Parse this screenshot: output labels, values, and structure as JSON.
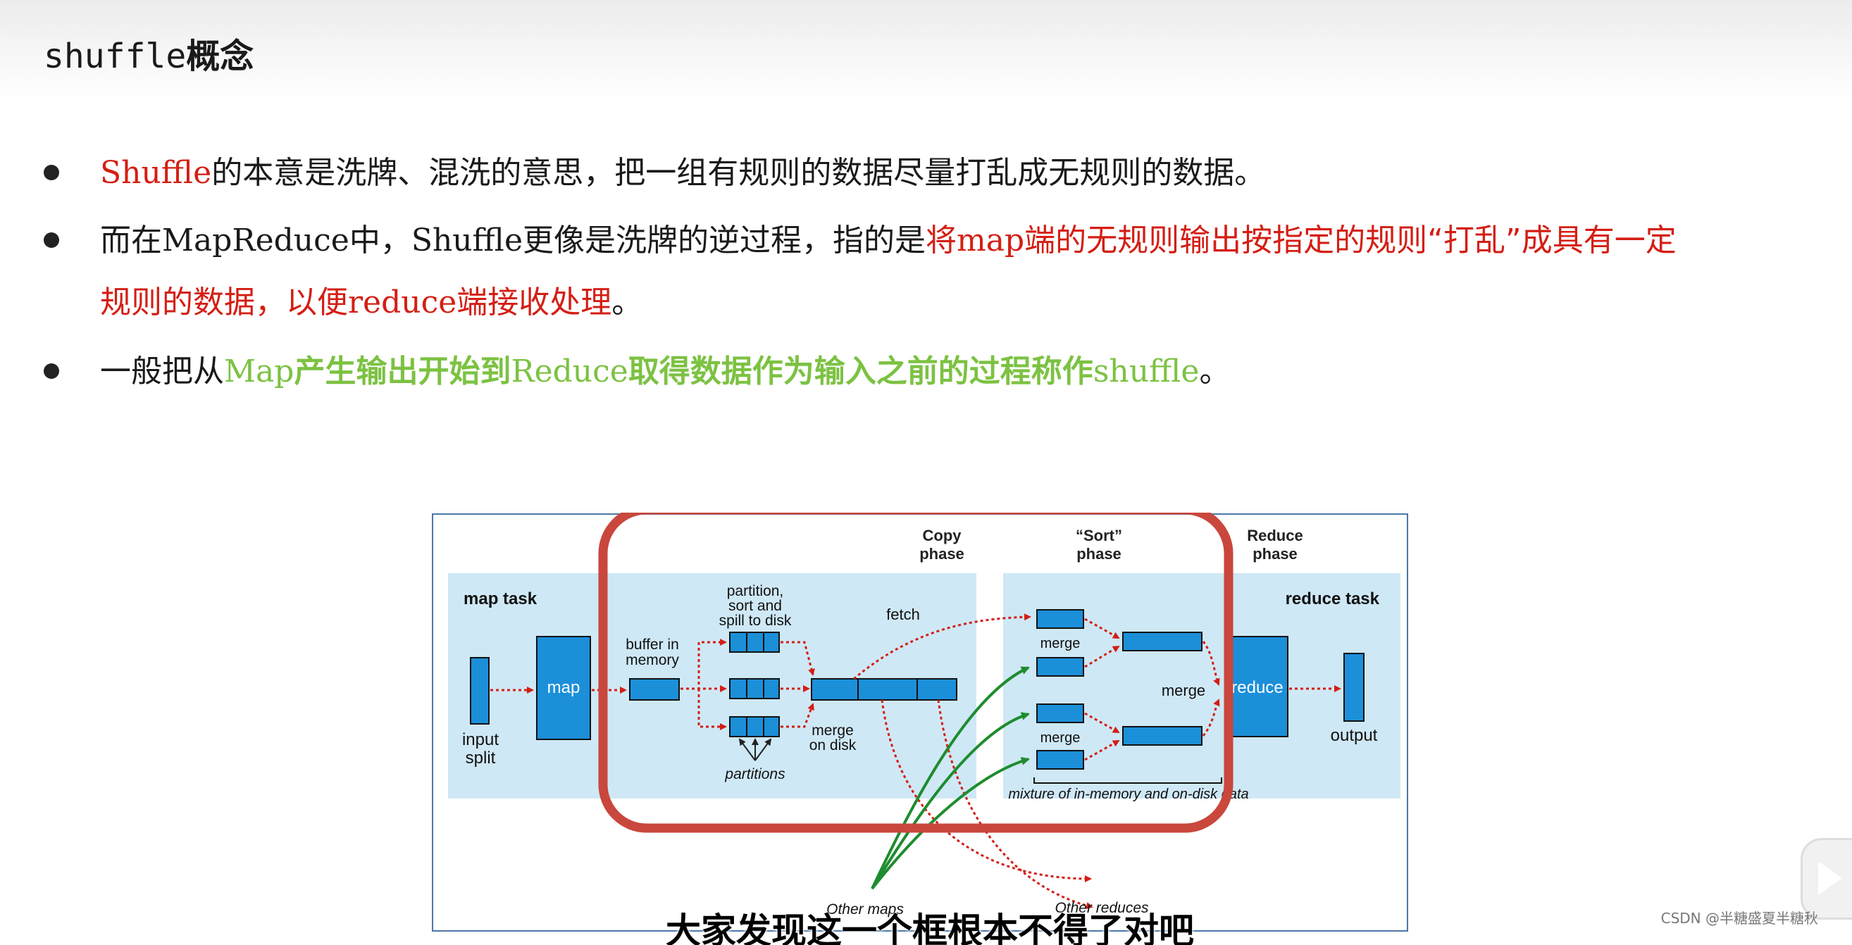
{
  "title": {
    "mono": "shuffle",
    "rest": "概念"
  },
  "bullets": {
    "b1": {
      "p1": "Shuffle",
      "p2": "的本意是洗牌、混洗的意思，把一组有规则的数据尽量打乱成无规则的数据。"
    },
    "b2": {
      "p1": "而在",
      "p2": "MapReduce",
      "p3": "中，",
      "p4": "Shuffle",
      "p5": "更像是洗牌的逆过程，指的是",
      "p6": "将",
      "p7": "map",
      "p8": "端的无规则输出按指定的规则“打乱”成具有一定",
      "p9": "规则的数据，以便",
      "p10": "reduce",
      "p11": "端接收处理",
      "p12": "。"
    },
    "b3": {
      "p1": "一般把从",
      "p2": "Map",
      "p3": "产生输出开始到",
      "p4": "Reduce",
      "p5": "取得数据作为输入之前的过程称作",
      "p6": "shuffle",
      "p7": "。"
    }
  },
  "diagram": {
    "copy_phase": [
      "Copy",
      "phase"
    ],
    "sort_phase": [
      "“Sort”",
      "phase"
    ],
    "reduce_phase": [
      "Reduce",
      "phase"
    ],
    "map_task": "map task",
    "reduce_task": "reduce task",
    "input_split": [
      "input",
      "split"
    ],
    "map": "map",
    "buffer": [
      "buffer in",
      "memory"
    ],
    "partition_sort": [
      "partition,",
      "sort and",
      "spill to disk"
    ],
    "partitions": "partitions",
    "merge_on_disk": [
      "merge",
      "on disk"
    ],
    "fetch": "fetch",
    "merge1": "merge",
    "merge2": "merge",
    "merge3": "merge",
    "mixture": "mixture of in-memory and on-disk data",
    "reduce": "reduce",
    "output": "output",
    "other_maps": "Other maps",
    "other_reduces": "Other reduces"
  },
  "subtitle": "大家发现这一个框根本不得了对吧",
  "watermark": "CSDN @半糖盛夏半糖秋",
  "colors": {
    "red": "#d41e14",
    "green": "#7cc242",
    "box_fill": "#1c8fd9",
    "panel": "#cfe8f5",
    "highlight": "#c9473c"
  }
}
